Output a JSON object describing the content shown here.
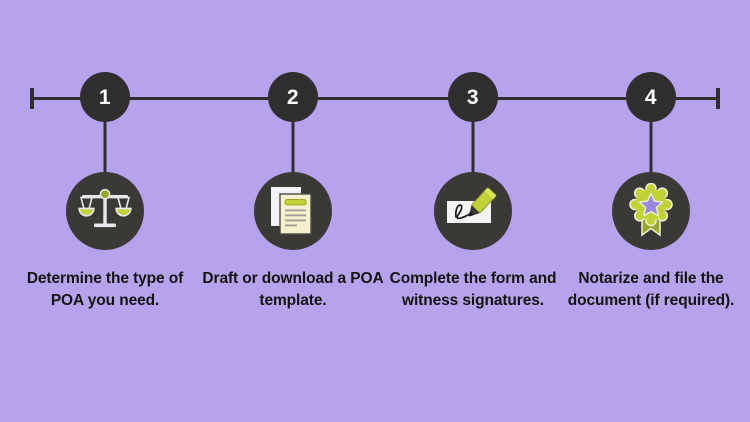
{
  "theme": {
    "background": "#b7a2ee",
    "dark": "#302f2d",
    "icon_disc": "#3a3936",
    "accent_green": "#c2d236",
    "accent_green_dark": "#9aa72b",
    "paper": "#f7f0cc",
    "paper_back": "#f2f2f8",
    "text": "#14130f",
    "star_purple": "#9b86e0"
  },
  "timeline": {
    "label": "power-of-attorney-steps-timeline",
    "cap_left": "start-cap",
    "cap_right": "end-cap"
  },
  "steps": [
    {
      "number": "1",
      "icon": "scales-of-justice-icon",
      "caption": "Determine the type of POA you need."
    },
    {
      "number": "2",
      "icon": "document-pages-icon",
      "caption": "Draft or download a POA template."
    },
    {
      "number": "3",
      "icon": "signature-pencil-icon",
      "caption": "Complete the form and witness signatures."
    },
    {
      "number": "4",
      "icon": "notary-seal-ribbon-icon",
      "caption": "Notarize and file the document (if required)."
    }
  ]
}
